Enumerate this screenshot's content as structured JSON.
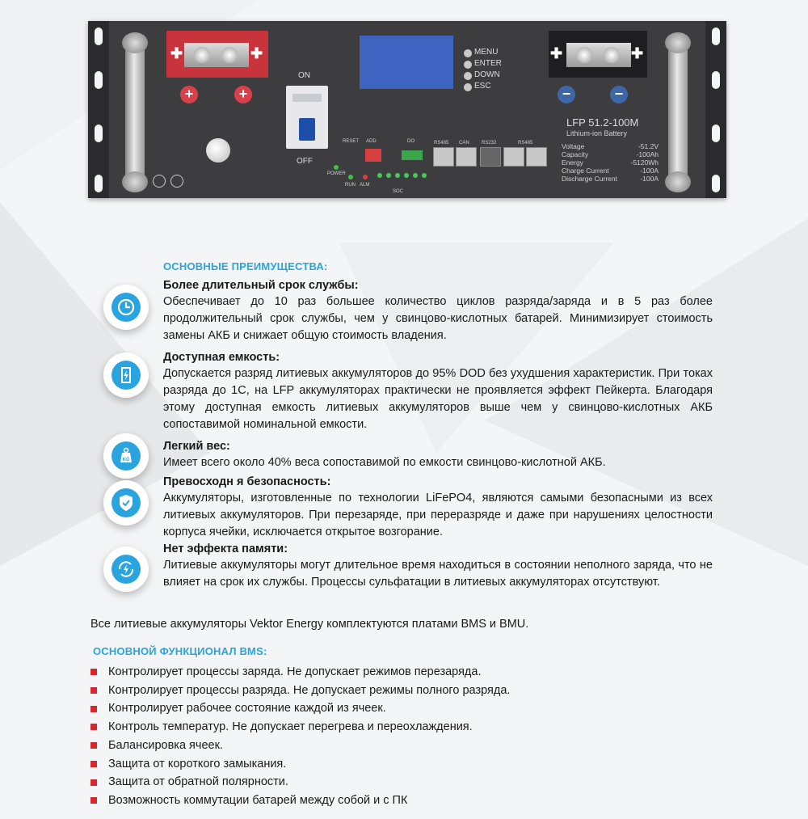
{
  "device": {
    "breaker_on": "ON",
    "breaker_off": "OFF",
    "menu_buttons": [
      "MENU",
      "ENTER",
      "DOWN",
      "ESC"
    ],
    "model": "LFP 51.2-100M",
    "model_sub": "Lithium-ion Battery",
    "specs": [
      {
        "label": "Voltage",
        "value": "-51.2V"
      },
      {
        "label": "Capacity",
        "value": "-100Ah"
      },
      {
        "label": "Energy",
        "value": "-5120Wh"
      },
      {
        "label": "Charge Current",
        "value": "-100A"
      },
      {
        "label": "Discharge Current",
        "value": "-100A"
      }
    ],
    "small_labels": {
      "reset": "RESET",
      "add": "ADD",
      "do": "DO",
      "rs485a": "RS485",
      "can": "CAN",
      "rs232": "RS232",
      "rs485b": "RS485",
      "power": "POWER",
      "run": "RUN",
      "alm": "ALM",
      "soc": "SOC"
    }
  },
  "advantages": {
    "title": "ОСНОВНЫЕ ПРЕИМУЩЕСТВА:",
    "items": [
      {
        "icon": "clock-icon",
        "heading": "Более длительный срок службы:",
        "text": "Обеспечивает до 10 раз большее количество циклов разряда/заряда и в 5 раз более продолжительный срок службы, чем у свинцово-кислотных батарей. Минимизирует стоимость замены АКБ и снижает общую стоимость владения."
      },
      {
        "icon": "battery-bolt-icon",
        "heading": "Доступная емкость:",
        "text": "Допускается разряд литиевых аккумуляторов до 95% DOD без ухудшения характеристик. При токах разряда до 1С, на LFP аккумуляторах практически не проявляется эффект Пейкерта. Благодаря этому доступная емкость литиевых аккумуляторов выше чем у свинцово-кислотных АКБ сопоставимой номинальной емкости."
      },
      {
        "icon": "weight-kg-icon",
        "heading": "Легкий вес:",
        "text": "Имеет всего около 40% веса сопоставимой по емкости свинцово-кислотной АКБ."
      },
      {
        "icon": "shield-check-icon",
        "heading": "Превосходн я безопасность:",
        "text": "Аккумуляторы, изготовленные по технологии LiFePO4, являются самыми безопасными из всех литиевых аккумуляторов. При перезаряде, при переразряде и даже при нарушениях целостности корпуса ячейки, исключается открытое возгорание."
      },
      {
        "icon": "recycle-bolt-icon",
        "heading": "Нет эффекта памяти:",
        "text": "Литиевые аккумуляторы могут длительное время находиться в состоянии неполного заряда, что не влияет на срок их службы. Процессы сульфатации в литиевых аккумуляторах отсутствуют."
      }
    ]
  },
  "note": "Все литиевые аккумуляторы Vektor Energy комплектуются платами BMS и BMU.",
  "bms": {
    "title": "ОСНОВНОЙ ФУНКЦИОНАЛ BMS:",
    "items": [
      "Контролирует процессы заряда. Не допускает режимов перезаряда.",
      "Контролирует процессы разряда. Не допускает режимы полного разряда.",
      "Контролирует рабочее состояние каждой из ячеек.",
      "Контроль температур. Не допускает перегрева и переохлаждения.",
      "Балансировка ячеек.",
      "Защита от короткого замыкания.",
      "Защита от обратной полярности.",
      "Возможность коммутации батарей между собой и с ПК"
    ]
  }
}
